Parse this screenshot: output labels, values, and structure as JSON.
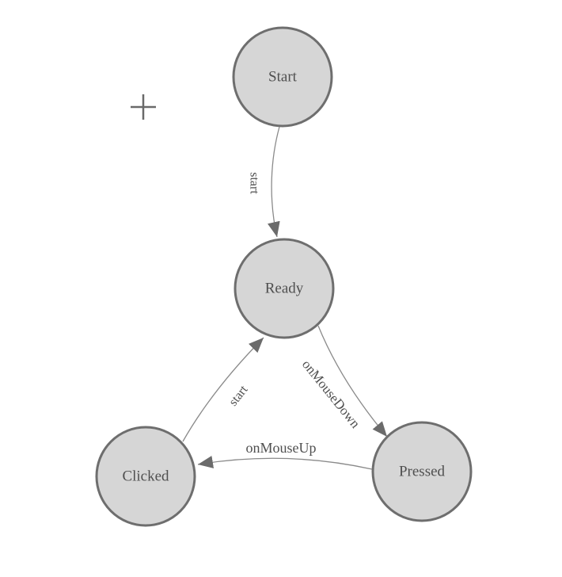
{
  "diagram": {
    "type": "state-machine",
    "nodes": [
      {
        "label": "Start"
      },
      {
        "label": "Ready"
      },
      {
        "label": "Clicked"
      },
      {
        "label": "Pressed"
      }
    ],
    "edges": [
      {
        "from": "Start",
        "to": "Ready",
        "label": "start"
      },
      {
        "from": "Clicked",
        "to": "Ready",
        "label": "start"
      },
      {
        "from": "Ready",
        "to": "Pressed",
        "label": "onMouseDown"
      },
      {
        "from": "Pressed",
        "to": "Clicked",
        "label": "onMouseUp"
      }
    ]
  },
  "colors": {
    "background": "#ffffff",
    "node_fill": "#d6d6d6",
    "node_stroke": "#6e6e6e",
    "edge_line": "#8a8a8a",
    "arrowhead": "#6b6b6b",
    "label_text": "#4f4f4f",
    "crosshair": "#6a6a6a"
  }
}
